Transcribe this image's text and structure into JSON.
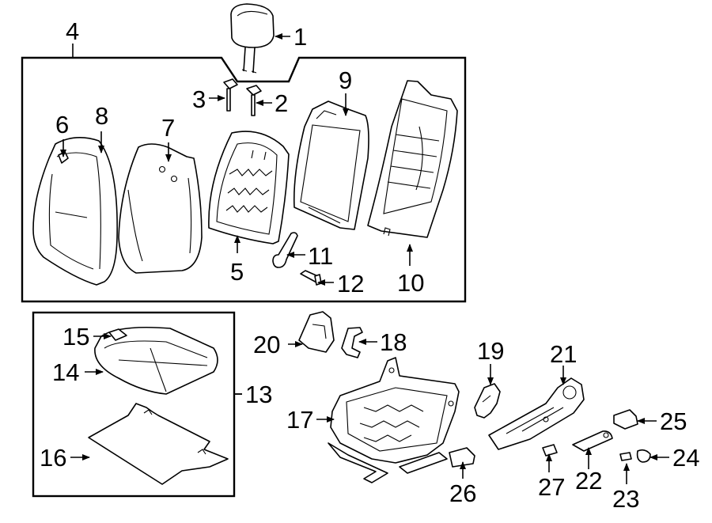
{
  "diagram": {
    "callouts": {
      "c1": "1",
      "c2": "2",
      "c3": "3",
      "c4": "4",
      "c5": "5",
      "c6": "6",
      "c7": "7",
      "c8": "8",
      "c9": "9",
      "c10": "10",
      "c11": "11",
      "c12": "12",
      "c13": "13",
      "c14": "14",
      "c15": "15",
      "c16": "16",
      "c17": "17",
      "c18": "18",
      "c19": "19",
      "c20": "20",
      "c21": "21",
      "c22": "22",
      "c23": "23",
      "c24": "24",
      "c25": "25",
      "c26": "26",
      "c27": "27"
    }
  }
}
